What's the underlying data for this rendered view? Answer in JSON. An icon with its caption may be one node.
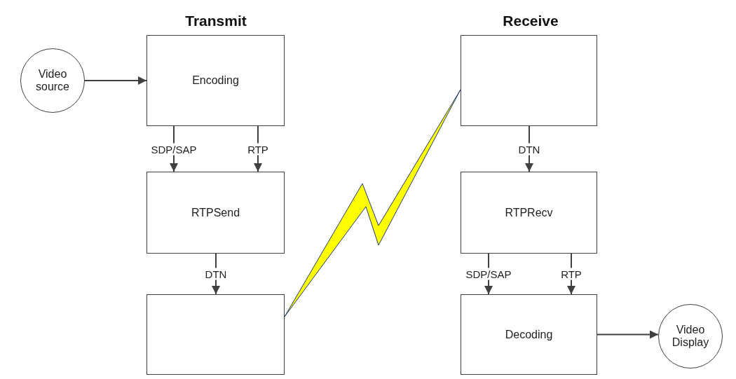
{
  "diagram": {
    "nodes": [
      {
        "text": [
          "Video source"
        ]
      },
      {
        "text": [
          "Encoding"
        ]
      },
      {
        "text": [
          "RTPSend"
        ]
      },
      {
        "text": [],
        "shape": "box"
      },
      {
        "text": [],
        "shape": "box"
      },
      {
        "text": [
          "RTPRecv"
        ]
      },
      {
        "text": [
          "Decoding"
        ]
      },
      {
        "text": [
          "Video Display"
        ]
      }
    ],
    "edges": [
      {
        "from": 0,
        "to": 1,
        "arrow": "to"
      },
      {
        "from": 1,
        "to": 2,
        "arrow": "to",
        "label": "SDP/SAP"
      },
      {
        "from": 1,
        "to": 2,
        "arrow": "to",
        "label": "RTP"
      },
      {
        "from": 2,
        "to": 3,
        "arrow": "to",
        "label": "DTN"
      },
      {
        "from": 3,
        "to": 4,
        "arrow": "none",
        "style": "thick",
        "color": "#ffff00"
      },
      {
        "from": 4,
        "to": 5,
        "arrow": "to",
        "label": "DTN"
      },
      {
        "from": 5,
        "to": 6,
        "arrow": "to",
        "label": "SDP/SAP"
      },
      {
        "from": 5,
        "to": 6,
        "arrow": "to",
        "label": "RTP"
      },
      {
        "from": 6,
        "to": 7,
        "arrow": "to"
      }
    ],
    "labels": [
      "Transmit",
      "Receive"
    ]
  }
}
